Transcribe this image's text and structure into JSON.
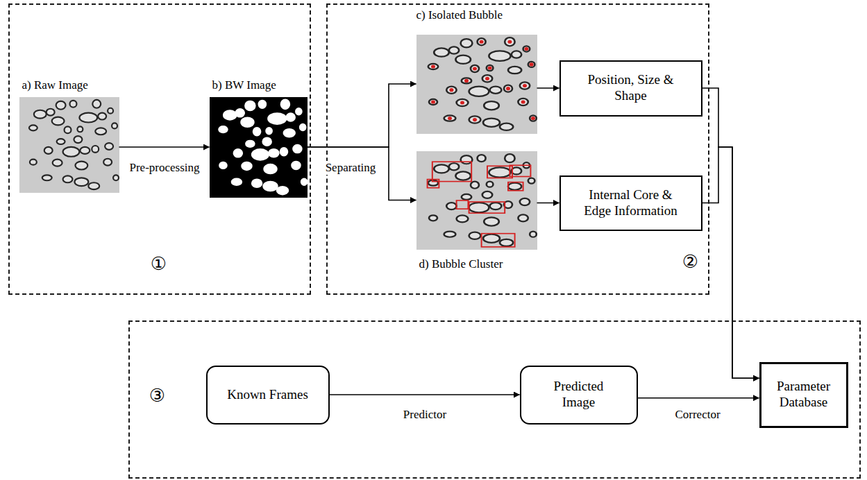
{
  "diagram": {
    "nodes": [
      {
        "text": [
          "①"
        ]
      },
      {
        "text": [
          "a) Raw Image"
        ],
        "in": 0
      },
      {
        "text": [
          "b) BW Image"
        ],
        "in": 0
      },
      {
        "text": [
          "②"
        ]
      },
      {
        "text": [
          "c) Isolated Bubble"
        ],
        "in": 3
      },
      {
        "text": [
          "d) Bubble Cluster"
        ],
        "in": 3
      },
      {
        "text": [
          "Position, Size & Shape"
        ],
        "in": 3
      },
      {
        "text": [
          "Internal Core & Edge Information"
        ],
        "in": 3
      },
      {
        "text": [
          "③"
        ]
      },
      {
        "text": [
          "Known Frames"
        ],
        "in": 8
      },
      {
        "text": [
          "Predicted Image"
        ],
        "in": 8
      },
      {
        "text": [
          "Parameter Database"
        ],
        "in": 8
      }
    ],
    "edges": [
      {
        "from": 1,
        "to": 2,
        "label": "Pre-processing",
        "arrow": "to"
      },
      {
        "from": 2,
        "to": 4,
        "label": "Separating",
        "arrow": "to"
      },
      {
        "from": 2,
        "to": 5,
        "arrow": "to"
      },
      {
        "from": 4,
        "to": 6,
        "arrow": "to"
      },
      {
        "from": 5,
        "to": 7,
        "arrow": "to"
      },
      {
        "from": 6,
        "to": 11,
        "arrow": "to"
      },
      {
        "from": 7,
        "to": 11,
        "arrow": "to"
      },
      {
        "from": 9,
        "to": 10,
        "label": "Predictor",
        "arrow": "to"
      },
      {
        "from": 10,
        "to": 11,
        "label": "Corrector",
        "arrow": "to"
      }
    ]
  }
}
